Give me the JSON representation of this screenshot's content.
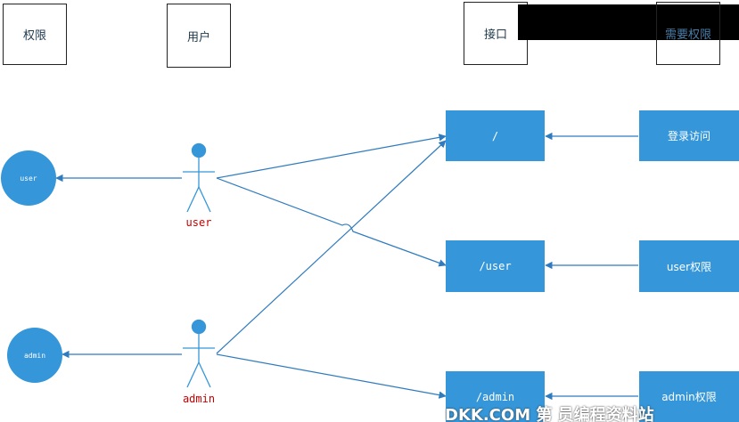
{
  "headers": {
    "permission": "权限",
    "user": "用户",
    "interface": "接口",
    "required_permission": "需要权限"
  },
  "roles": {
    "user": "user",
    "admin": "admin"
  },
  "actors": {
    "user": "user",
    "admin": "admin"
  },
  "endpoints": {
    "root": "/",
    "user": "/user",
    "admin": "/admin"
  },
  "requirements": {
    "root": "登录访问",
    "user": "user权限",
    "admin": "admin权限"
  },
  "colors": {
    "node": "#3596d9",
    "line": "#2f7bbf",
    "actor_label": "#c80000"
  },
  "watermark": "DKK.COM 第  员编程资料站"
}
